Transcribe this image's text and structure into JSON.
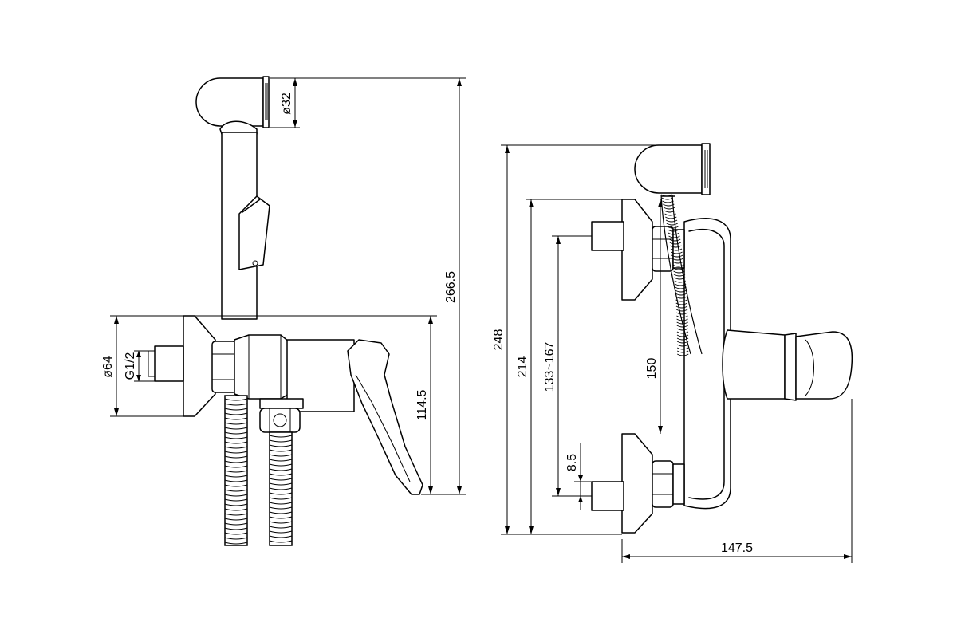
{
  "dimensions": {
    "handset_diameter": "ø32",
    "total_height": "266.5",
    "flange_diameter": "ø64",
    "thread_size": "G1/2",
    "handle_height": "114.5",
    "overall_height_side": "248",
    "height_214": "214",
    "center_distance_range": "133~167",
    "center_150": "150",
    "offset_8_5": "8.5",
    "depth": "147.5"
  },
  "colors": {
    "line": "#000000",
    "background": "#ffffff"
  }
}
